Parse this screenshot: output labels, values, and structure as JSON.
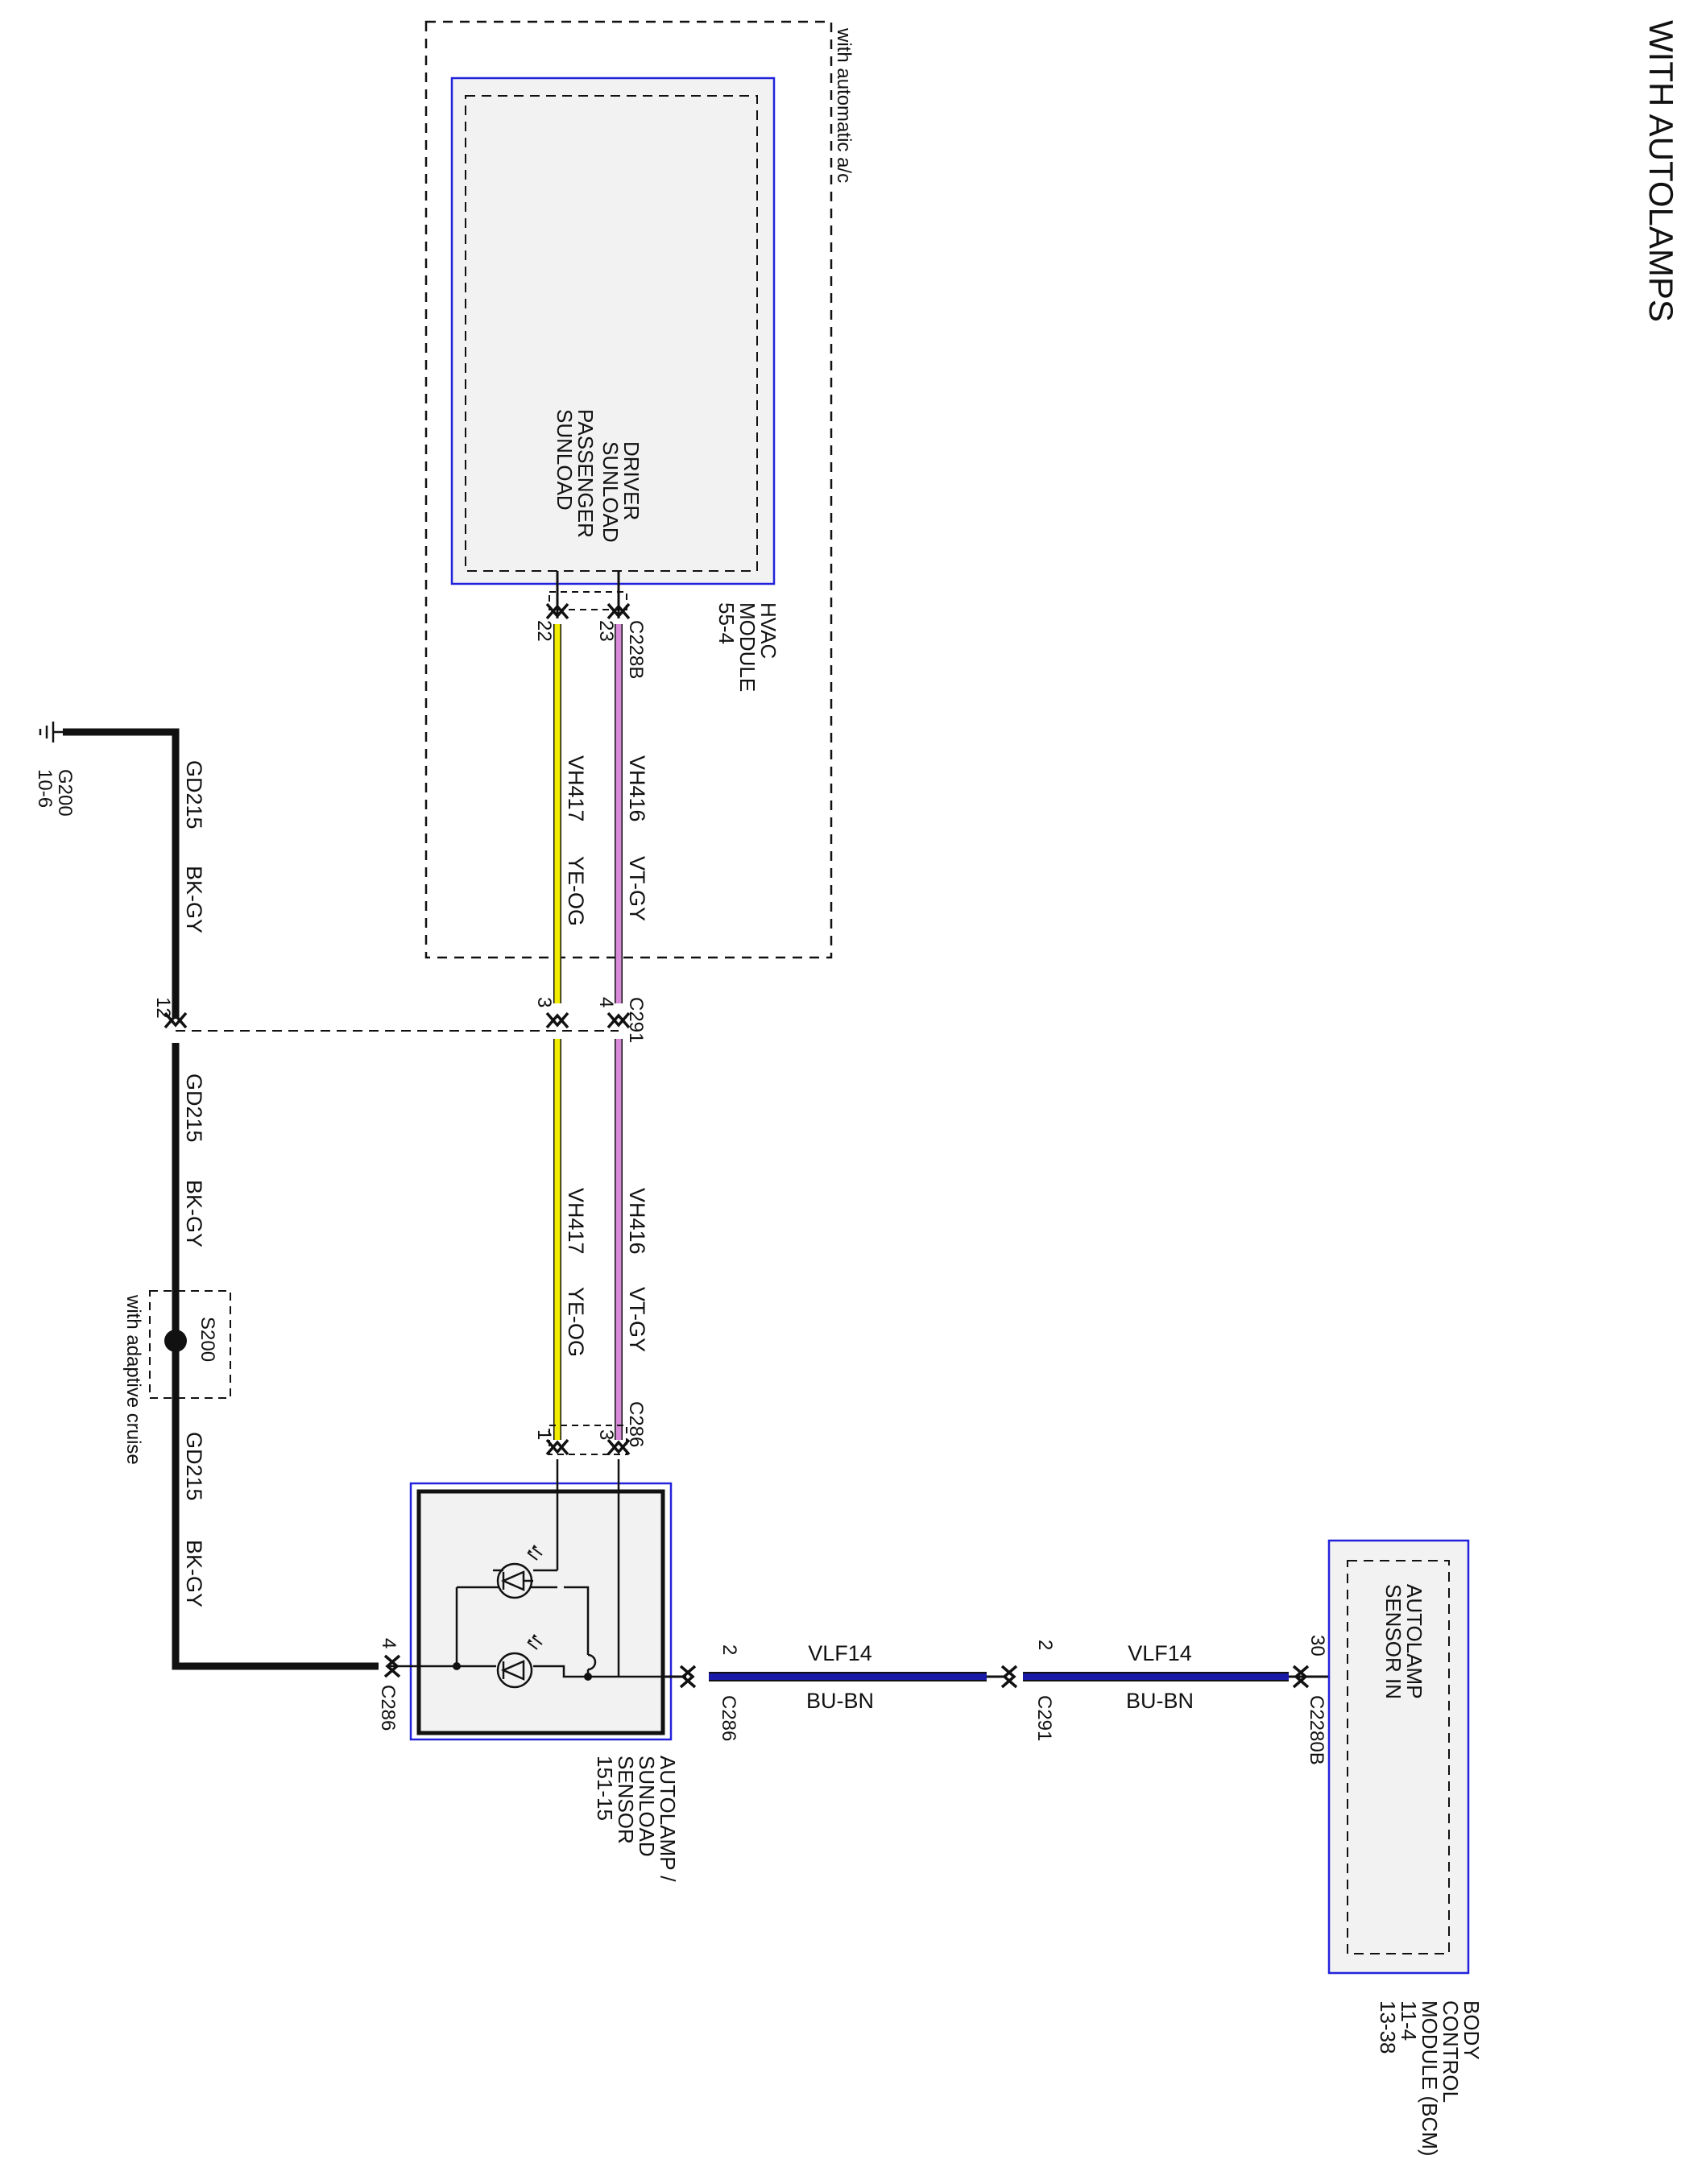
{
  "title": "WITH AUTOLAMPS",
  "colors": {
    "module_border": "#2222dd",
    "module_fill": "#f2f2f2",
    "wire_violet_gray": "#d78ad7",
    "wire_yellow_orange": "#f2ec00",
    "wire_blue_brown": "#1a1aa8",
    "wire_black_gray": "#111111",
    "dashed": "#111111"
  },
  "option_labels": {
    "automatic_ac": "with automatic a/c",
    "adaptive_cruise": "with adaptive cruise"
  },
  "hvac_module": {
    "name_lines": [
      "HVAC",
      "MODULE",
      "55-4"
    ],
    "pins": [
      {
        "label": "DRIVER SUNLOAD",
        "lines": [
          "DRIVER",
          "SUNLOAD"
        ],
        "pin": "23"
      },
      {
        "label": "PASSENGER SUNLOAD",
        "lines": [
          "PASSENGER",
          "SUNLOAD"
        ],
        "pin": "22"
      }
    ],
    "connector": "C228B"
  },
  "sensor": {
    "name_lines": [
      "AUTOLAMP /",
      "SUNLOAD",
      "SENSOR",
      "151-15"
    ]
  },
  "bcm": {
    "name_lines": [
      "BODY",
      "CONTROL",
      "MODULE (BCM)",
      "11-4",
      "13-38"
    ],
    "pin_label_lines": [
      "AUTOLAMP",
      "SENSOR IN"
    ],
    "pin": "30",
    "connector": "C2280B"
  },
  "ground": {
    "name": "G200",
    "ref": "10-6"
  },
  "splice": {
    "name": "S200"
  },
  "wires": [
    {
      "circuit": "VH416",
      "color_code": "VT-GY"
    },
    {
      "circuit": "VH417",
      "color_code": "YE-OG"
    },
    {
      "circuit": "GD215",
      "color_code": "BK-GY"
    },
    {
      "circuit": "VLF14",
      "color_code": "BU-BN"
    }
  ],
  "connectors": {
    "c291_top": {
      "name": "C291",
      "pins": [
        "4",
        "3"
      ]
    },
    "c291_gnd_pin": "12",
    "c286_top": {
      "name": "C286",
      "pins": [
        "3",
        "1"
      ]
    },
    "c286_gnd": {
      "name": "C286",
      "pin": "4"
    },
    "c286_out": {
      "name": "C286",
      "pin": "2"
    },
    "c291_out": {
      "name": "C291",
      "pin": "2"
    }
  }
}
